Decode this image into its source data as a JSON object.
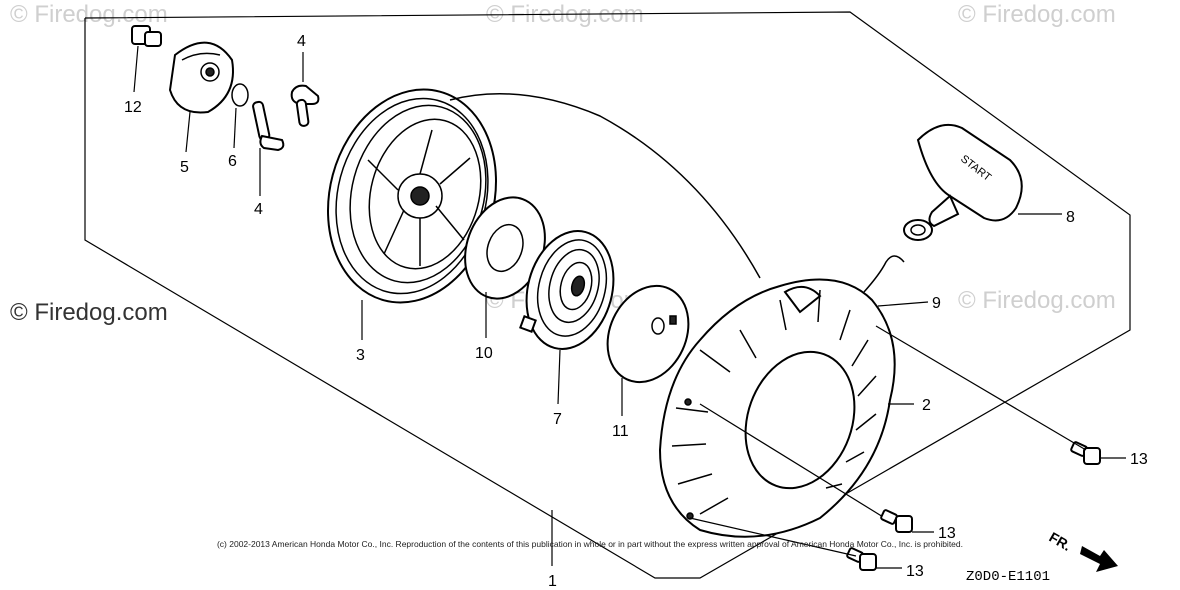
{
  "watermark": "© Firedog.com",
  "copyright": "(c) 2002-2013 American Honda Motor Co., Inc. Reproduction of the contents of this publication in whole or in part without the express written approval of American Honda Motor Co., Inc. is prohibited.",
  "diagram_code": "Z0D0-E1101",
  "direction_label": "FR.",
  "handle_text": "START",
  "callouts": {
    "c12": "12",
    "c5": "5",
    "c6": "6",
    "c4a": "4",
    "c4b": "4",
    "c3": "3",
    "c10": "10",
    "c7": "7",
    "c11": "11",
    "c8": "8",
    "c9": "9",
    "c2": "2",
    "c13a": "13",
    "c13b": "13",
    "c13c": "13",
    "c1": "1"
  }
}
